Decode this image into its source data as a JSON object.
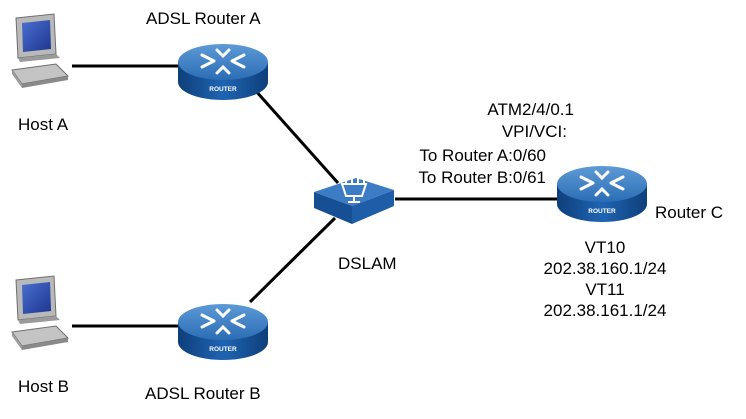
{
  "nodes": {
    "host_a": {
      "label": "Host A"
    },
    "host_b": {
      "label": "Host B"
    },
    "router_a": {
      "label": "ADSL Router A",
      "badge": "ROUTER"
    },
    "router_b": {
      "label": "ADSL Router B",
      "badge": "ROUTER"
    },
    "router_c": {
      "label": "Router C",
      "badge": "ROUTER"
    },
    "dslam": {
      "label": "DSLAM"
    }
  },
  "annotations": {
    "atm_interface": "ATM2/4/0.1",
    "vpi_vci": "VPI/VCI:",
    "to_router_a": "To Router A:0/60",
    "to_router_b": "To Router B:0/61",
    "vt10": "VT10",
    "vt10_ip": "202.38.160.1/24",
    "vt11": "VT11",
    "vt11_ip": "202.38.161.1/24"
  },
  "colors": {
    "router_body": "#1b5aa3",
    "router_top": "#3f82c8",
    "link": "#000000",
    "monitor_frame": "#8a8a8a",
    "monitor_screen": "#2a47a8"
  }
}
